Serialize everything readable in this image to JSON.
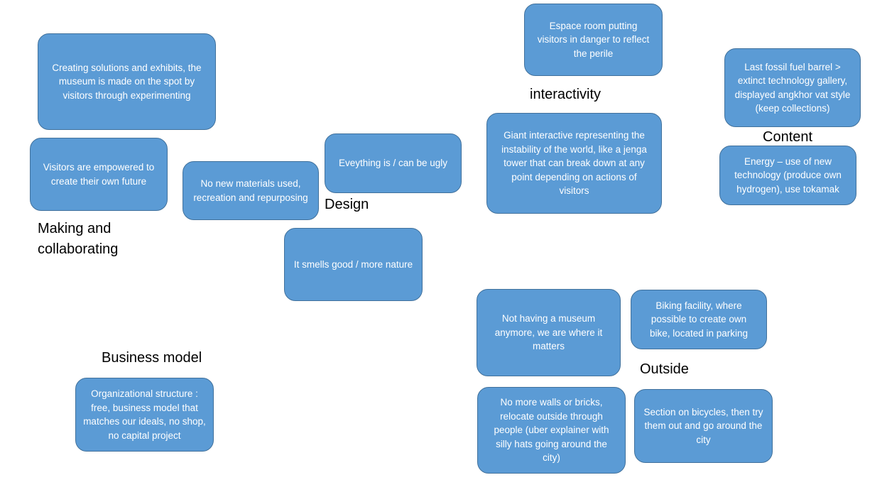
{
  "labels": {
    "making": "Making and collaborating",
    "design": "Design",
    "interactivity": "interactivity",
    "content": "Content",
    "business": "Business model",
    "outside": "Outside"
  },
  "notes": {
    "creating_solutions": "Creating solutions and exhibits, the museum is made on the spot by visitors through experimenting",
    "visitors_empowered": "Visitors are empowered to create their own future",
    "no_new_materials": "No new materials used, recreation and repurposing",
    "everything_ugly": "Eveything is / can be ugly",
    "smells_good": "It smells good / more nature",
    "escape_room": "Espace room putting visitors in danger to reflect the perile",
    "giant_interactive": "Giant interactive representing the instability of the world, like a jenga tower that can break down at any point depending on actions of visitors",
    "fossil_fuel": "Last fossil fuel barrel > extinct technology gallery, displayed angkhor vat style  (keep collections)",
    "energy": "Energy – use of new technology (produce own hydrogen), use tokamak",
    "not_museum": "Not having a museum anymore, we are where it matters",
    "biking_facility": "Biking facility, where possible to create own bike, located in parking",
    "no_walls": "No more walls or bricks, relocate outside through people (uber explainer with silly hats going around the city)",
    "section_bicycles": "Section on bicycles, then try them out and go around the city",
    "organizational": "Organizational structure : free, business model that matches our ideals, no shop, no capital project"
  }
}
